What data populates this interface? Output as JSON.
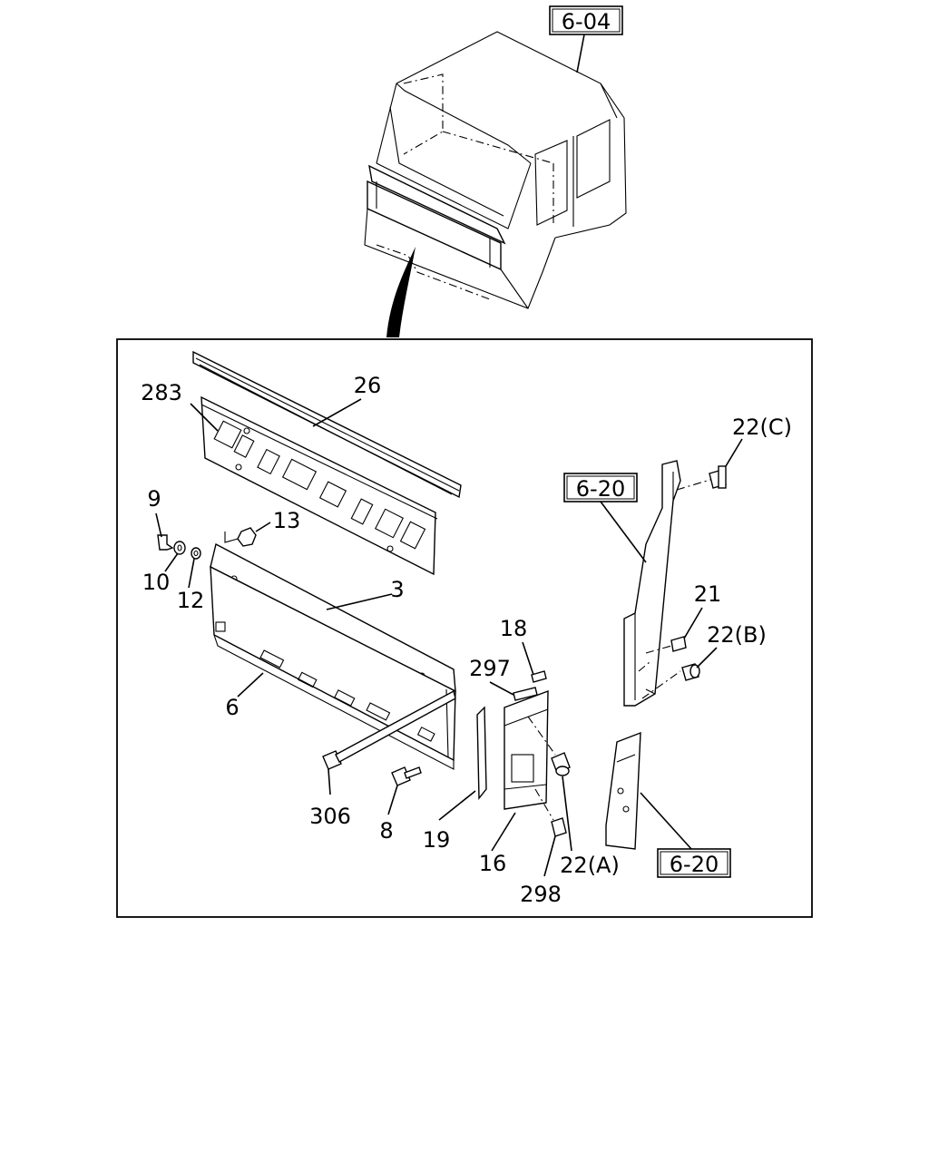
{
  "refs": {
    "top": "6-04",
    "upper_right": "6-20",
    "lower_right": "6-20"
  },
  "labels": {
    "p283": "283",
    "p26": "26",
    "p9": "9",
    "p13": "13",
    "p10": "10",
    "p12": "12",
    "p3": "3",
    "p6": "6",
    "p306": "306",
    "p8": "8",
    "p19": "19",
    "p16": "16",
    "p298": "298",
    "p297": "297",
    "p18": "18",
    "p22a": "22(A)",
    "p21": "21",
    "p22b": "22(B)",
    "p22c": "22(C)"
  }
}
